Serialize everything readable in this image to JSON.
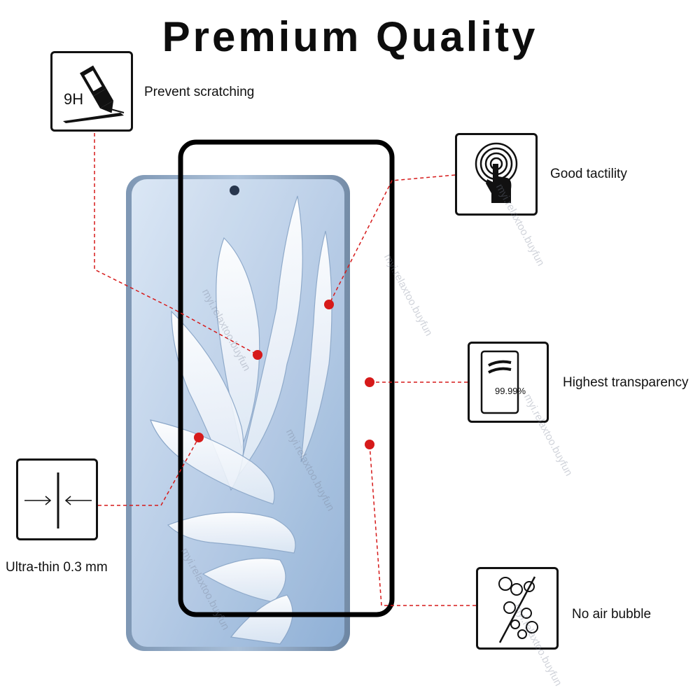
{
  "title": "Premium Quality",
  "features": {
    "scratch": {
      "label": "Prevent scratching",
      "badge": "9H",
      "icon": "knife-scratch-icon"
    },
    "tactility": {
      "label": "Good tactility",
      "icon": "touch-finger-icon"
    },
    "transparency": {
      "label": "Highest transparency",
      "badge": "99.99%",
      "icon": "transparent-glass-icon"
    },
    "thin": {
      "label": "Ultra-thin 0.3 mm",
      "icon": "thickness-arrows-icon"
    },
    "bubble": {
      "label": "No air bubble",
      "icon": "bubble-icon"
    }
  },
  "watermark": "myi.relaxtoo.buyfun",
  "colors": {
    "accent": "#d61a1a",
    "glass_frame": "#000000",
    "screen": "#bcd3ec"
  }
}
